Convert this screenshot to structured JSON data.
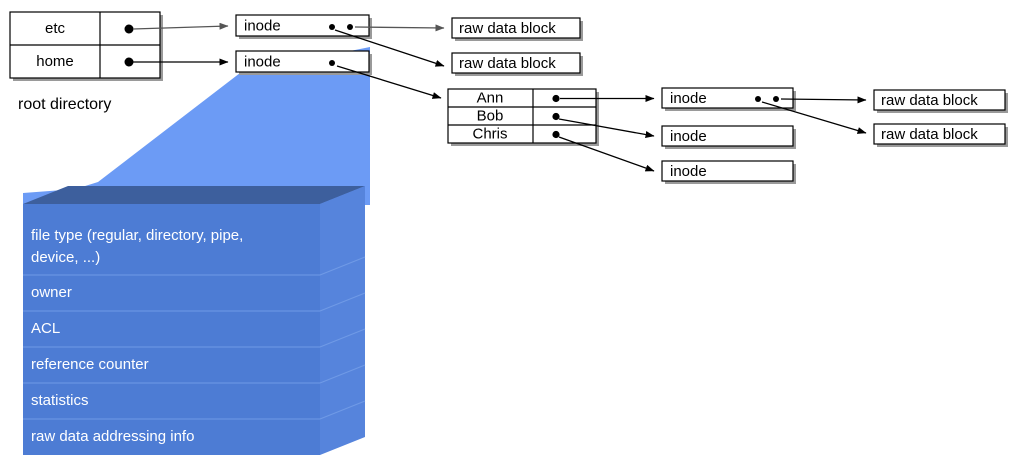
{
  "title": "UNIX inode / directory structure diagram",
  "root_directory": {
    "caption": "root directory",
    "entries": [
      {
        "name": "etc",
        "pointer": "filled-dot"
      },
      {
        "name": "home",
        "pointer": "filled-dot"
      }
    ]
  },
  "inodes_level1": [
    {
      "label": "inode",
      "dots": 2
    },
    {
      "label": "inode",
      "dots": 1
    }
  ],
  "raw_blocks_level1": [
    {
      "label": "raw data block"
    },
    {
      "label": "raw data block"
    }
  ],
  "home_directory": {
    "entries": [
      {
        "name": "Ann",
        "pointer": "filled-dot"
      },
      {
        "name": "Bob",
        "pointer": "filled-dot"
      },
      {
        "name": "Chris",
        "pointer": "filled-dot"
      }
    ]
  },
  "inodes_level2": [
    {
      "label": "inode",
      "dots": 2
    },
    {
      "label": "inode",
      "dots": 0
    },
    {
      "label": "inode",
      "dots": 0
    }
  ],
  "raw_blocks_level2": [
    {
      "label": "raw data block"
    },
    {
      "label": "raw data block"
    }
  ],
  "inode_detail_panel": {
    "rows": [
      "file type (regular, directory, pipe,\ndevice, ...)",
      "owner",
      "ACL",
      "reference counter",
      "statistics",
      "raw data addressing info"
    ],
    "rows_flat": [
      "file type (regular, directory, pipe,",
      "device, ...)",
      "owner",
      "ACL",
      "reference counter",
      "statistics",
      "raw data addressing info"
    ]
  },
  "colors": {
    "panel_front": "#4d7cd4",
    "panel_top": "#3d5f9d",
    "panel_side": "#5684dc",
    "wedge": "#6c9bf5",
    "box_stroke": "#000000",
    "box_fill": "#ffffff",
    "text": "#000000",
    "panel_text": "#ffffff"
  }
}
